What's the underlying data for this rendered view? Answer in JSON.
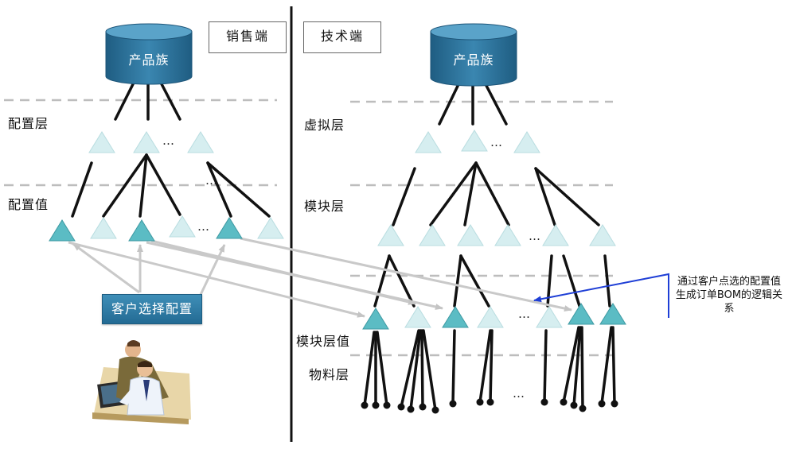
{
  "sales_side": {
    "header": "销售端",
    "product_family": "产品族",
    "layers": {
      "config_layer": "配置层",
      "config_value": "配置值"
    },
    "customer_select_button": "客户选择配置",
    "icon": "business-people-computer-icon"
  },
  "tech_side": {
    "header": "技术端",
    "product_family": "产品族",
    "layers": {
      "virtual_layer": "虚拟层",
      "module_layer": "模块层",
      "module_layer_value": "模块层值",
      "material_layer": "物料层"
    }
  },
  "annotation": "通过客户点选的配置值生成订单BOM的逻辑关系",
  "ellipsis": "…",
  "colors": {
    "cylinder": "#2a6f96",
    "triangle_light": "#d6eef0",
    "triangle_selected": "#5bbcc4",
    "dashed_line": "#bdbdbd",
    "arrow_gray": "#c9c9c9",
    "arrow_blue": "#1f3fd6"
  }
}
